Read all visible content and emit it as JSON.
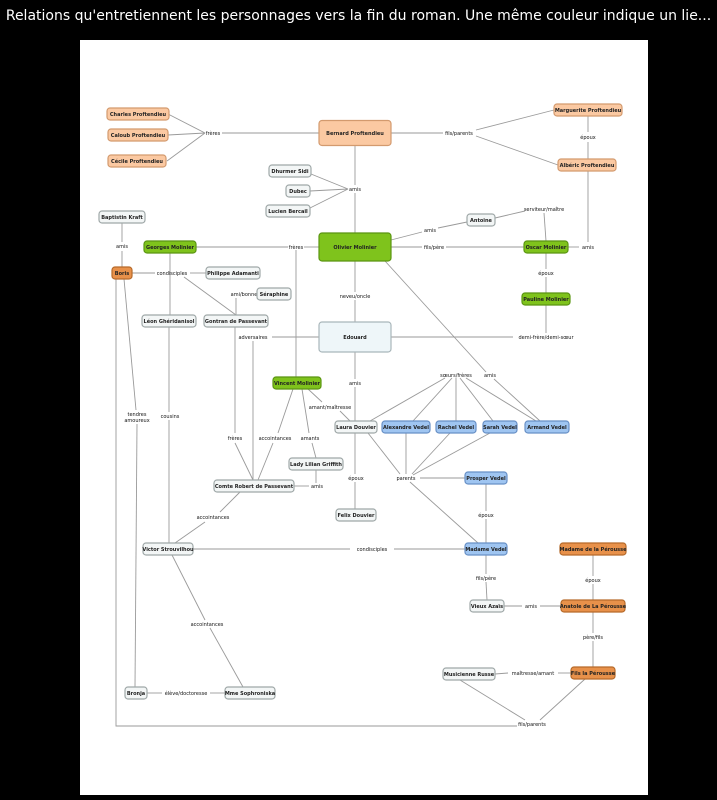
{
  "caption": "Relations qu'entretiennent les personnages vers la fin du roman. Une même couleur indique un lie...",
  "colors": {
    "peach": {
      "fill": "#fbc9a2",
      "stroke": "#d39a6e"
    },
    "green": {
      "fill": "#7fc31c",
      "stroke": "#5b9512"
    },
    "orange": {
      "fill": "#e8914a",
      "stroke": "#b66a2a"
    },
    "blue": {
      "fill": "#9fc5f1",
      "stroke": "#6890c6"
    },
    "neutral": {
      "fill": "#f3f6f6",
      "stroke": "#9fa8a8"
    },
    "pale": {
      "fill": "#eef6f9",
      "stroke": "#a9b6ba"
    },
    "line": "#9a9a9a"
  },
  "nodes": [
    {
      "name": "Charles Proftendieu",
      "group": "peach"
    },
    {
      "name": "Caloub Proftendieu",
      "group": "peach"
    },
    {
      "name": "Cécile Proftendieu",
      "group": "peach"
    },
    {
      "name": "Bernard Proftendieu",
      "group": "peach"
    },
    {
      "name": "Marguerite Proftendieu",
      "group": "peach"
    },
    {
      "name": "Albéric Proftendieu",
      "group": "peach"
    },
    {
      "name": "Dhurmer Sidi",
      "group": "neutral"
    },
    {
      "name": "Dubec",
      "group": "neutral"
    },
    {
      "name": "Lucien Bercail",
      "group": "neutral"
    },
    {
      "name": "Baptistin Kraft",
      "group": "neutral"
    },
    {
      "name": "Georges Molinier",
      "group": "green"
    },
    {
      "name": "Olivier Molinier",
      "group": "green"
    },
    {
      "name": "Antoine",
      "group": "neutral"
    },
    {
      "name": "Oscar Molinier",
      "group": "green"
    },
    {
      "name": "Pauline Molinier",
      "group": "green"
    },
    {
      "name": "Boris",
      "group": "orange"
    },
    {
      "name": "Philippe Adamanti",
      "group": "neutral"
    },
    {
      "name": "Séraphine",
      "group": "neutral"
    },
    {
      "name": "Léon Ghéridanisol",
      "group": "neutral"
    },
    {
      "name": "Gontran de Passevant",
      "group": "neutral"
    },
    {
      "name": "Edouard",
      "group": "pale"
    },
    {
      "name": "Vincent Molinier",
      "group": "green"
    },
    {
      "name": "Laura Douvier",
      "group": "neutral"
    },
    {
      "name": "Alexandre Vedel",
      "group": "blue"
    },
    {
      "name": "Rachel Vedel",
      "group": "blue"
    },
    {
      "name": "Sarah Vedel",
      "group": "blue"
    },
    {
      "name": "Armand Vedel",
      "group": "blue"
    },
    {
      "name": "Lady Lilian Griffith",
      "group": "neutral"
    },
    {
      "name": "Comte Robert de Passevant",
      "group": "neutral"
    },
    {
      "name": "Prosper Vedel",
      "group": "blue"
    },
    {
      "name": "Felix Douvier",
      "group": "neutral"
    },
    {
      "name": "Victor Strouvilhou",
      "group": "neutral"
    },
    {
      "name": "Madame Vedel",
      "group": "blue"
    },
    {
      "name": "Madame de la Pérousse",
      "group": "orange"
    },
    {
      "name": "Vieux Azaïs",
      "group": "neutral"
    },
    {
      "name": "Anatole de La Pérousse",
      "group": "orange"
    },
    {
      "name": "Musicienne Russe",
      "group": "neutral"
    },
    {
      "name": "Fils la Pérousse",
      "group": "orange"
    },
    {
      "name": "Bronja",
      "group": "neutral"
    },
    {
      "name": "Mme Sophroniska",
      "group": "neutral"
    }
  ],
  "relations": [
    "frères",
    "fils/parents",
    "époux",
    "amis",
    "amis",
    "frères",
    "amis",
    "serviteur/maître",
    "fils/père",
    "amis",
    "époux",
    "condisciples",
    "ami/bonne",
    "neveu/oncle",
    "adversaires",
    "demi-frère/demi-sœur",
    "amis",
    "sœurs/frères",
    "amis",
    "amant/maîtresse",
    "tendres",
    "amoureux",
    "cousins",
    "frères",
    "accointances",
    "amants",
    "amis",
    "époux",
    "parents",
    "époux",
    "accointances",
    "condisciples",
    "fils/père",
    "époux",
    "amis",
    "père/fils",
    "accointances",
    "maîtresse/amant",
    "élève/doctoresse",
    "fils/parents"
  ]
}
